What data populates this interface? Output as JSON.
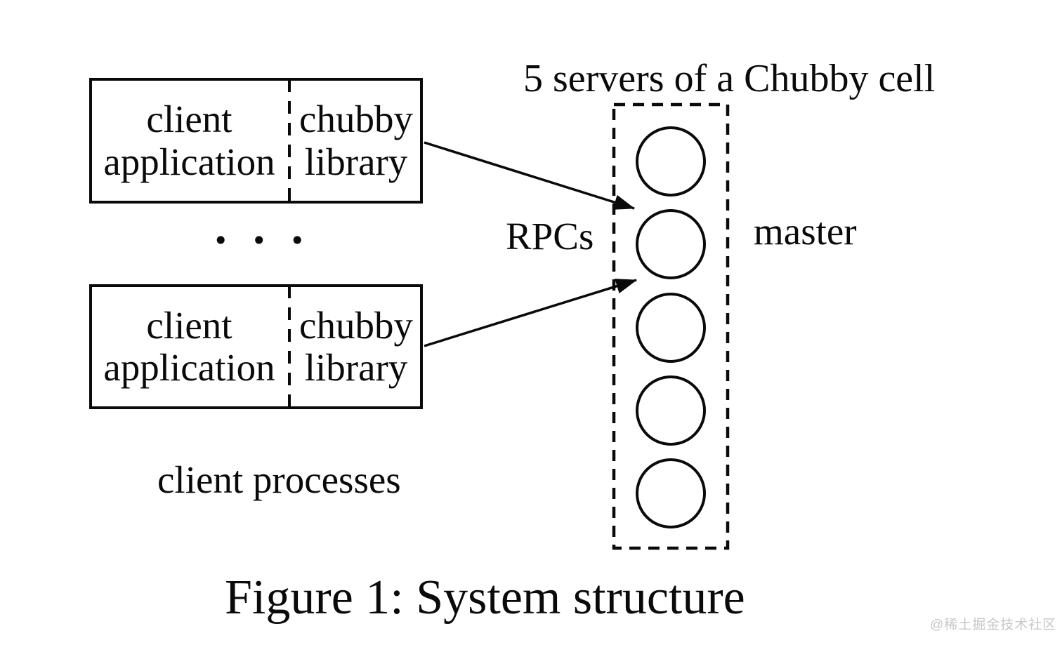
{
  "page": {
    "background_color": "#ffffff",
    "ink_color": "#0a0a0a",
    "watermark_color": "#c7c7c7"
  },
  "figure": {
    "title": "5 servers of a Chubby cell",
    "caption": "Figure 1: System structure",
    "watermark": "@稀土掘金技术社区"
  },
  "clients": {
    "boxes": [
      {
        "app_line1": "client",
        "app_line2": "application",
        "lib_line1": "chubby",
        "lib_line2": "library"
      },
      {
        "app_line1": "client",
        "app_line2": "application",
        "lib_line1": "chubby",
        "lib_line2": "library"
      }
    ],
    "ellipsis": "• • •",
    "processes_label": "client processes"
  },
  "cell": {
    "rpc_label": "RPCs",
    "master_label": "master",
    "server_count": 5
  }
}
